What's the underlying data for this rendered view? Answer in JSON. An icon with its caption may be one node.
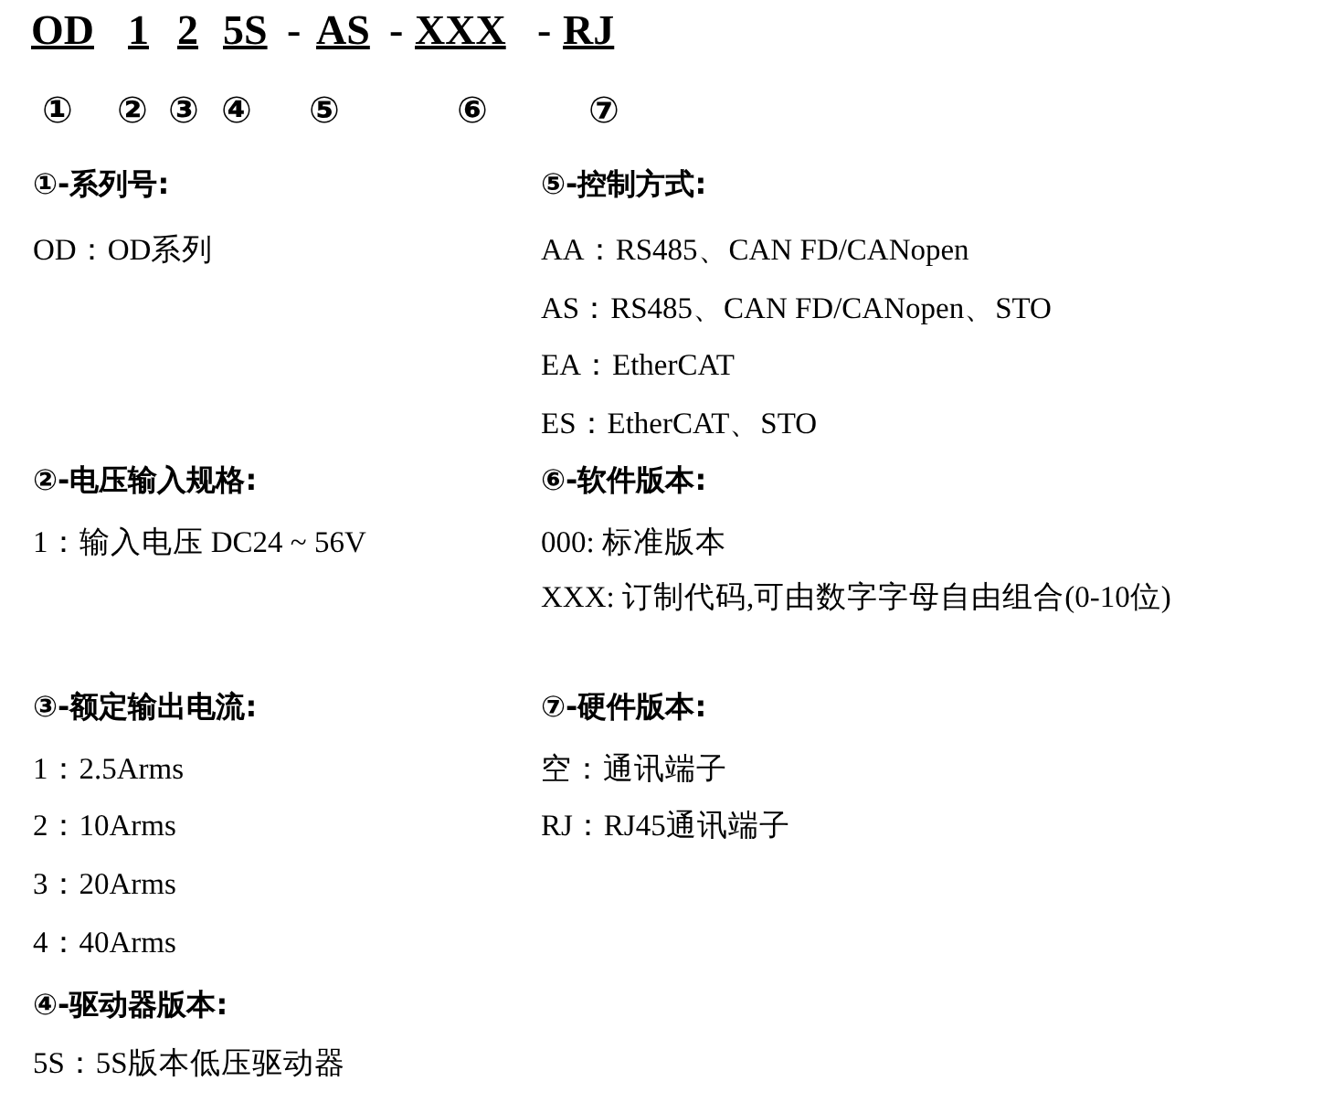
{
  "diagram": {
    "labels": [
      "OD",
      "1",
      "2",
      "5S",
      "-",
      "AS",
      "-",
      "XXX",
      "-",
      "RJ",
      "①",
      "②",
      "③",
      "④",
      "⑤",
      "⑥",
      "⑦",
      "①-系列号:",
      "OD：OD系列",
      "②-电压输入规格:",
      "1：输入电压 DC24 ~ 56V",
      "③-额定输出电流:",
      "1：2.5Arms",
      "2：10Arms",
      "3：20Arms",
      "4：40Arms",
      "④-驱动器版本:",
      "5S：5S版本低压驱动器",
      "⑤-控制方式:",
      "AA：RS485、CAN FD/CANopen",
      "AS：RS485、CAN FD/CANopen、STO",
      "EA：EtherCAT",
      "ES：EtherCAT、STO",
      "⑥-软件版本:",
      "000: 标准版本",
      "XXX: 订制代码,可由数字字母自由组合(0-10位)",
      "⑦-硬件版本:",
      "空：通讯端子",
      "RJ：RJ45通讯端子"
    ]
  }
}
